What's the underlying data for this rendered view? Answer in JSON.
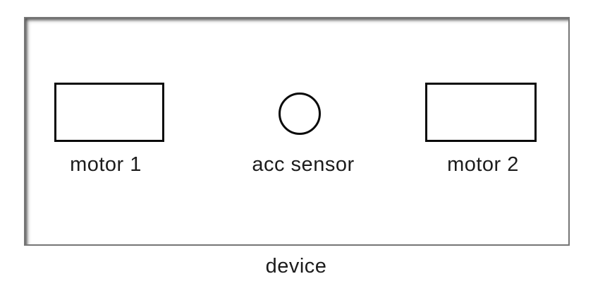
{
  "diagram": {
    "device": {
      "label": "device"
    },
    "components": [
      {
        "id": "motor-1",
        "shape": "rect",
        "label": "motor 1"
      },
      {
        "id": "acc-sensor",
        "shape": "circle",
        "label": "acc sensor"
      },
      {
        "id": "motor-2",
        "shape": "rect",
        "label": "motor 2"
      }
    ],
    "colors": {
      "background": "#ffffff",
      "component_stroke": "#0a0a0a",
      "device_border": "#767676",
      "text": "#1c1c1c"
    }
  }
}
